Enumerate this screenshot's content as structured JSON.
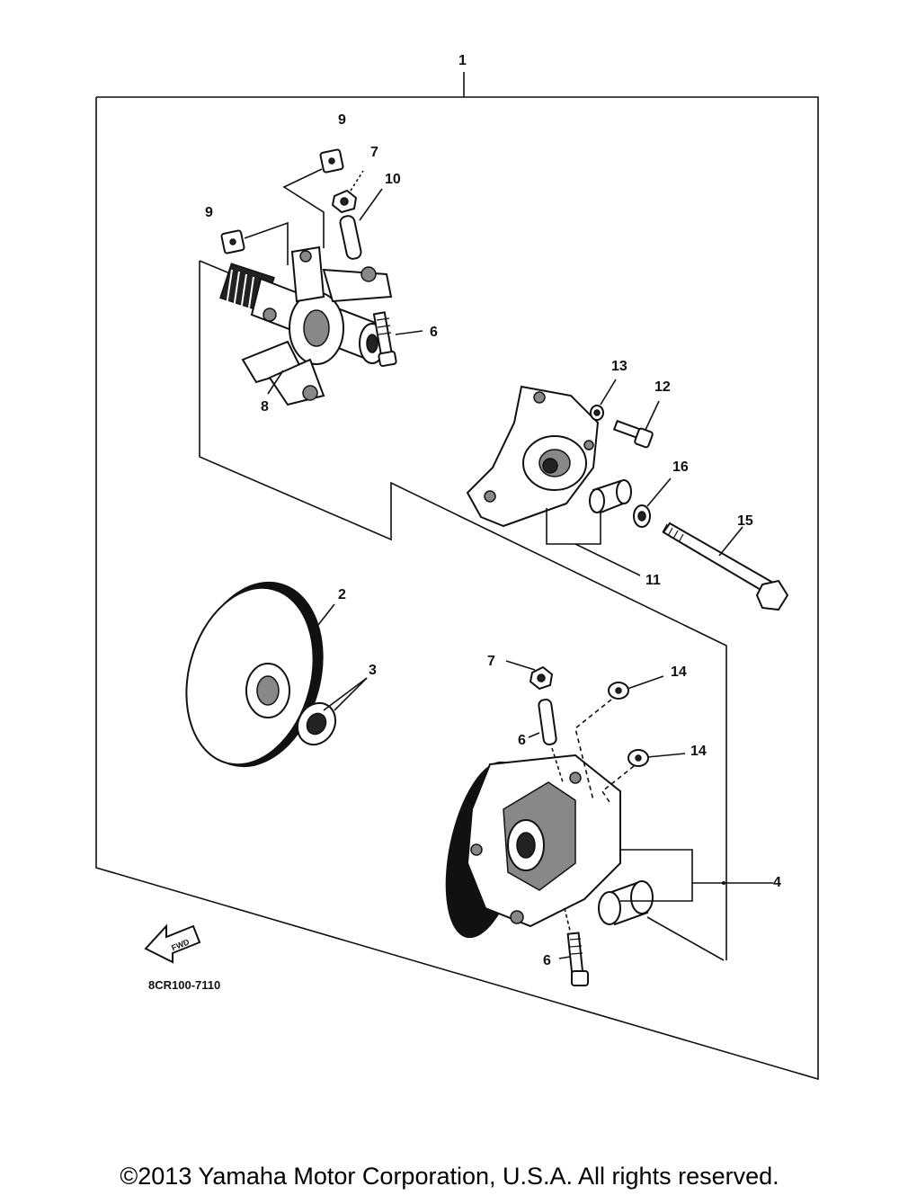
{
  "diagram": {
    "callouts": {
      "c1": "1",
      "c2": "2",
      "c3": "3",
      "c4": "4",
      "c6a": "6",
      "c6b": "6",
      "c6c": "6",
      "c7a": "7",
      "c7b": "7",
      "c8": "8",
      "c9a": "9",
      "c9b": "9",
      "c10": "10",
      "c11": "11",
      "c12": "12",
      "c13": "13",
      "c14a": "14",
      "c14b": "14",
      "c15": "15",
      "c16": "16"
    },
    "fwd_label": "FWD",
    "figure_code": "8CR100-7110"
  },
  "footer": {
    "copyright": "©2013 Yamaha Motor Corporation, U.S.A. All rights reserved."
  }
}
